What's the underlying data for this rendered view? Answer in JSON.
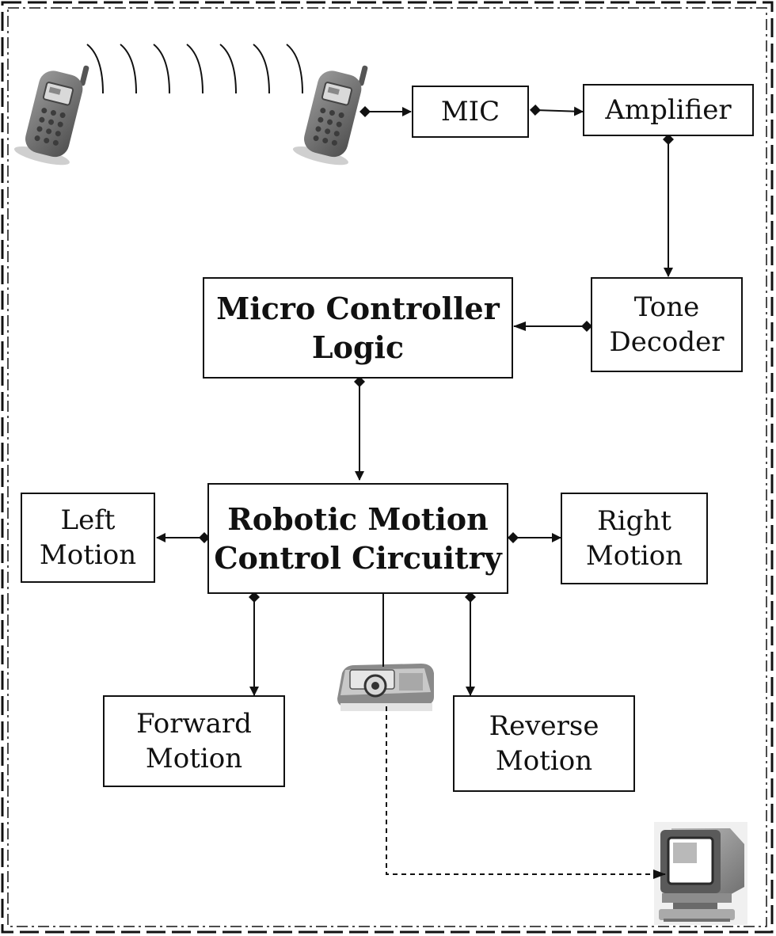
{
  "blocks": {
    "mic": "MIC",
    "amplifier": "Amplifier",
    "tone_decoder": [
      "Tone",
      "Decoder"
    ],
    "micro_controller": [
      "Micro Controller",
      "Logic"
    ],
    "robotic_motion": [
      "Robotic Motion",
      "Control Circuitry"
    ],
    "left_motion": [
      "Left",
      "Motion"
    ],
    "right_motion": [
      "Right",
      "Motion"
    ],
    "forward_motion": [
      "Forward",
      "Motion"
    ],
    "reverse_motion": [
      "Reverse",
      "Motion"
    ]
  },
  "icons": {
    "transmitter_phone": "mobile-phone-icon",
    "receiver_phone": "mobile-phone-icon",
    "camera": "camera-icon",
    "monitor": "monitor-icon"
  },
  "colors": {
    "line": "#111111",
    "phone_body": "#6e6e6e",
    "background": "#ffffff"
  }
}
